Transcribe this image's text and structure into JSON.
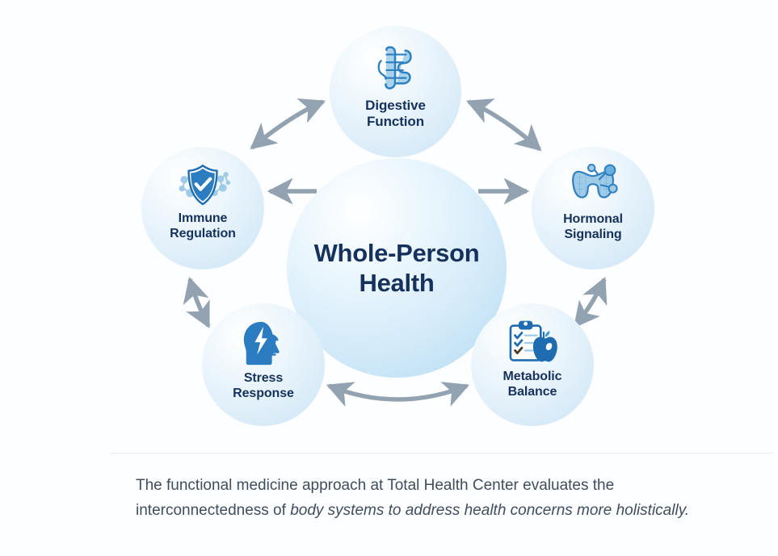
{
  "diagram": {
    "type": "hub-and-spoke",
    "hub": {
      "title_line1": "Whole-Person",
      "title_line2": "Health",
      "text_color": "#16325c",
      "fill_color": "#cfe8f8"
    },
    "nodes": [
      {
        "id": "digestive",
        "icon": "intestine-icon",
        "label_line1": "Digestive",
        "label_line2": "Function",
        "position": "top"
      },
      {
        "id": "hormonal",
        "icon": "thyroid-molecule-icon",
        "label_line1": "Hormonal",
        "label_line2": "Signaling",
        "position": "upper-right"
      },
      {
        "id": "metabolic",
        "icon": "clipboard-apple-icon",
        "label_line1": "Metabolic",
        "label_line2": "Balance",
        "position": "lower-right"
      },
      {
        "id": "stress",
        "icon": "head-lightning-icon",
        "label_line1": "Stress",
        "label_line2": "Response",
        "position": "lower-left"
      },
      {
        "id": "immune",
        "icon": "shield-check-molecule-icon",
        "label_line1": "Immune",
        "label_line2": "Regulation",
        "position": "upper-left"
      }
    ],
    "connectors": [
      {
        "id": "immune-digestive",
        "style": "curved",
        "heads": "double",
        "color": "#93a2b0"
      },
      {
        "id": "digestive-hormonal",
        "style": "curved",
        "heads": "double",
        "color": "#93a2b0"
      },
      {
        "id": "hormonal-metabolic",
        "style": "straight",
        "heads": "double",
        "color": "#93a2b0"
      },
      {
        "id": "stress-metabolic",
        "style": "curved",
        "heads": "double",
        "color": "#93a2b0"
      },
      {
        "id": "immune-stress",
        "style": "straight",
        "heads": "double",
        "color": "#93a2b0"
      },
      {
        "id": "hub-to-immune",
        "style": "straight",
        "heads": "single",
        "color": "#93a2b0"
      },
      {
        "id": "hub-to-hormonal",
        "style": "straight",
        "heads": "single",
        "color": "#93a2b0"
      }
    ],
    "colors": {
      "background": "#fdfeff",
      "node_fill": "#e2f0fa",
      "icon_blue": "#2b7cc0",
      "icon_light_blue": "#9fcbe8",
      "arrow_gray": "#93a2b0",
      "label_navy": "#16325c",
      "divider": "#e6eaee"
    }
  },
  "footer": {
    "caption_line1": "The functional medicine approach at Total Health Center evaluates the",
    "caption_line2_upright": "interconnectedness of ",
    "caption_line2_italic": "body systems to address health concerns more holistically."
  }
}
